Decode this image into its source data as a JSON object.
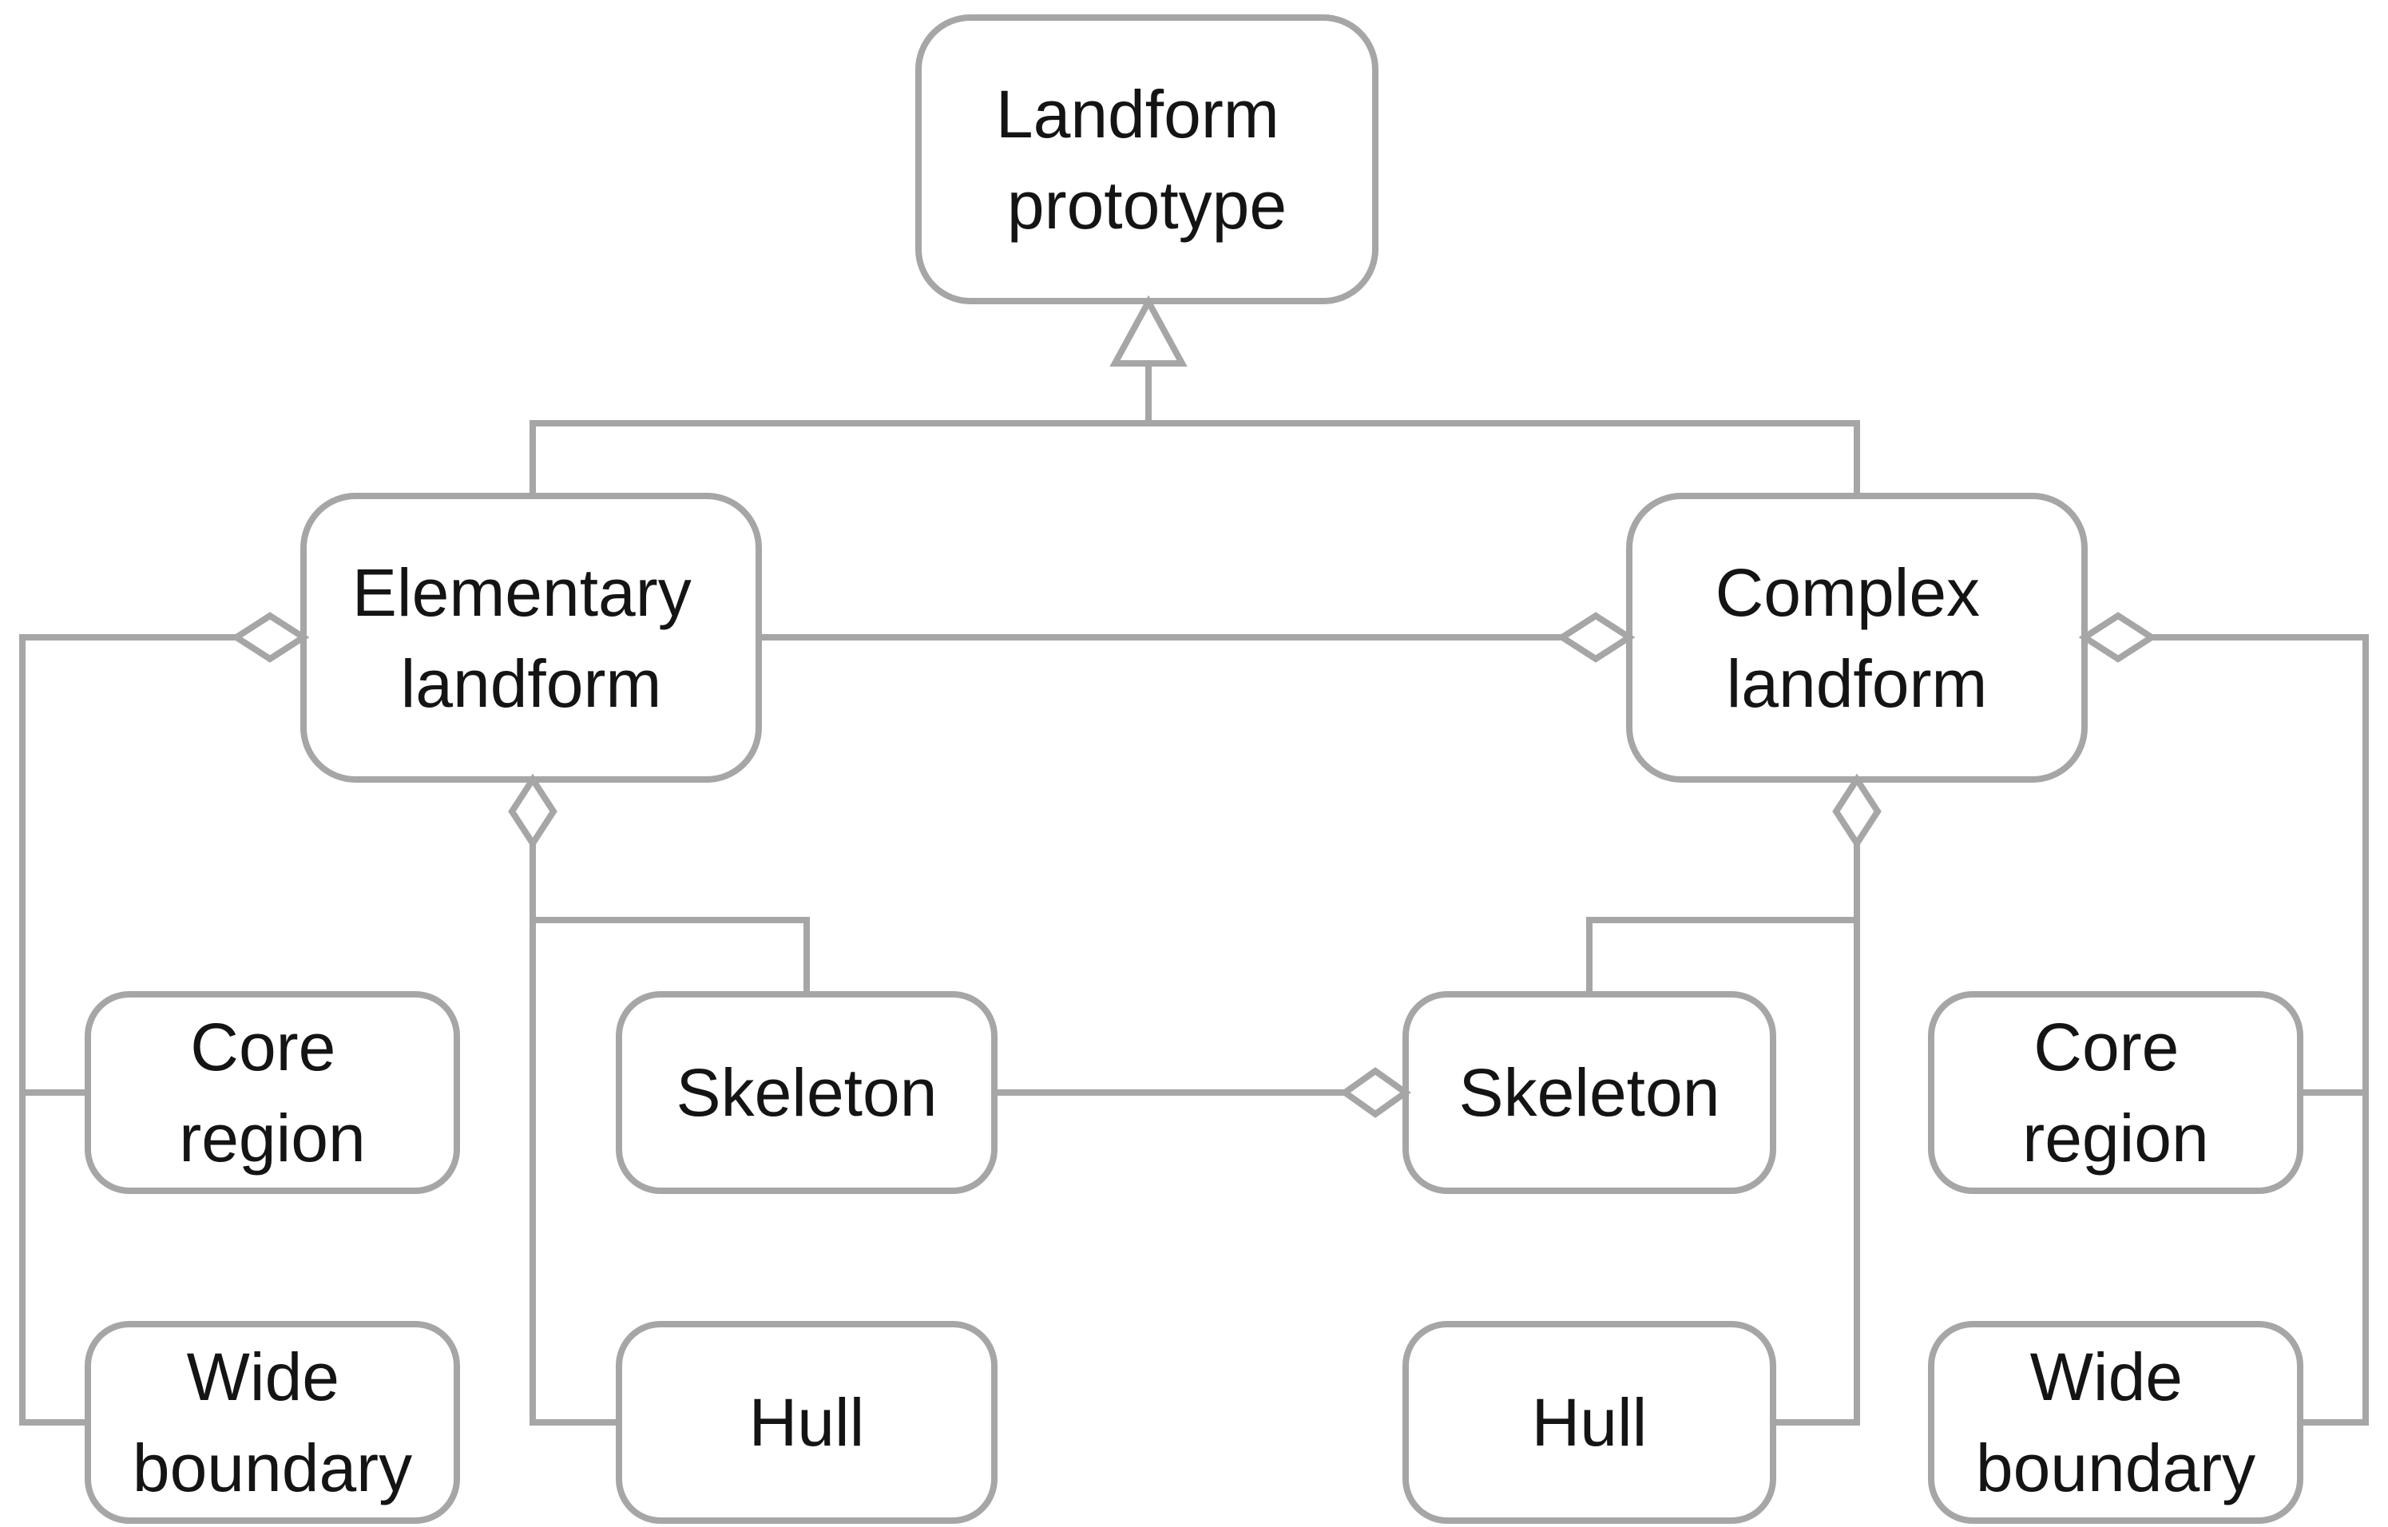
{
  "diagram": {
    "kind": "uml-class-diagram",
    "colors": {
      "stroke": "#a6a6a6",
      "text": "#141414",
      "node_fill": "#ffffff",
      "background": "#ffffff"
    },
    "nodes": {
      "prototype": {
        "label": "Landform prototype",
        "line1": "Landform",
        "line2": "prototype"
      },
      "elementary": {
        "label": "Elementary landform",
        "line1": "Elementary",
        "line2": "landform"
      },
      "complex": {
        "label": "Complex landform",
        "line1": "Complex",
        "line2": "landform"
      },
      "core_left": {
        "label": "Core region",
        "line1": "Core",
        "line2": "region"
      },
      "skeleton_left": {
        "label": "Skeleton",
        "line1": "Skeleton"
      },
      "skeleton_right": {
        "label": "Skeleton",
        "line1": "Skeleton"
      },
      "core_right": {
        "label": "Core region",
        "line1": "Core",
        "line2": "region"
      },
      "wide_left": {
        "label": "Wide boundary",
        "line1": "Wide",
        "line2": "boundary"
      },
      "hull_left": {
        "label": "Hull",
        "line1": "Hull"
      },
      "hull_right": {
        "label": "Hull",
        "line1": "Hull"
      },
      "wide_right": {
        "label": "Wide boundary",
        "line1": "Wide",
        "line2": "boundary"
      }
    },
    "relations": [
      {
        "type": "generalization",
        "child": "Elementary landform",
        "parent": "Landform prototype"
      },
      {
        "type": "generalization",
        "child": "Complex landform",
        "parent": "Landform prototype"
      },
      {
        "type": "aggregation",
        "part": "Core region (left)",
        "whole": "Elementary landform"
      },
      {
        "type": "aggregation",
        "part": "Wide boundary (left)",
        "whole": "Elementary landform"
      },
      {
        "type": "aggregation",
        "part": "Skeleton (left)",
        "whole": "Elementary landform"
      },
      {
        "type": "aggregation",
        "part": "Hull (left)",
        "whole": "Elementary landform"
      },
      {
        "type": "aggregation",
        "part": "Elementary landform",
        "whole": "Complex landform"
      },
      {
        "type": "aggregation",
        "part": "Skeleton (left)",
        "whole": "Skeleton (right)"
      },
      {
        "type": "aggregation",
        "part": "Core region (right)",
        "whole": "Complex landform"
      },
      {
        "type": "aggregation",
        "part": "Wide boundary (right)",
        "whole": "Complex landform"
      },
      {
        "type": "aggregation",
        "part": "Skeleton (right)",
        "whole": "Complex landform"
      },
      {
        "type": "aggregation",
        "part": "Hull (right)",
        "whole": "Complex landform"
      }
    ]
  }
}
